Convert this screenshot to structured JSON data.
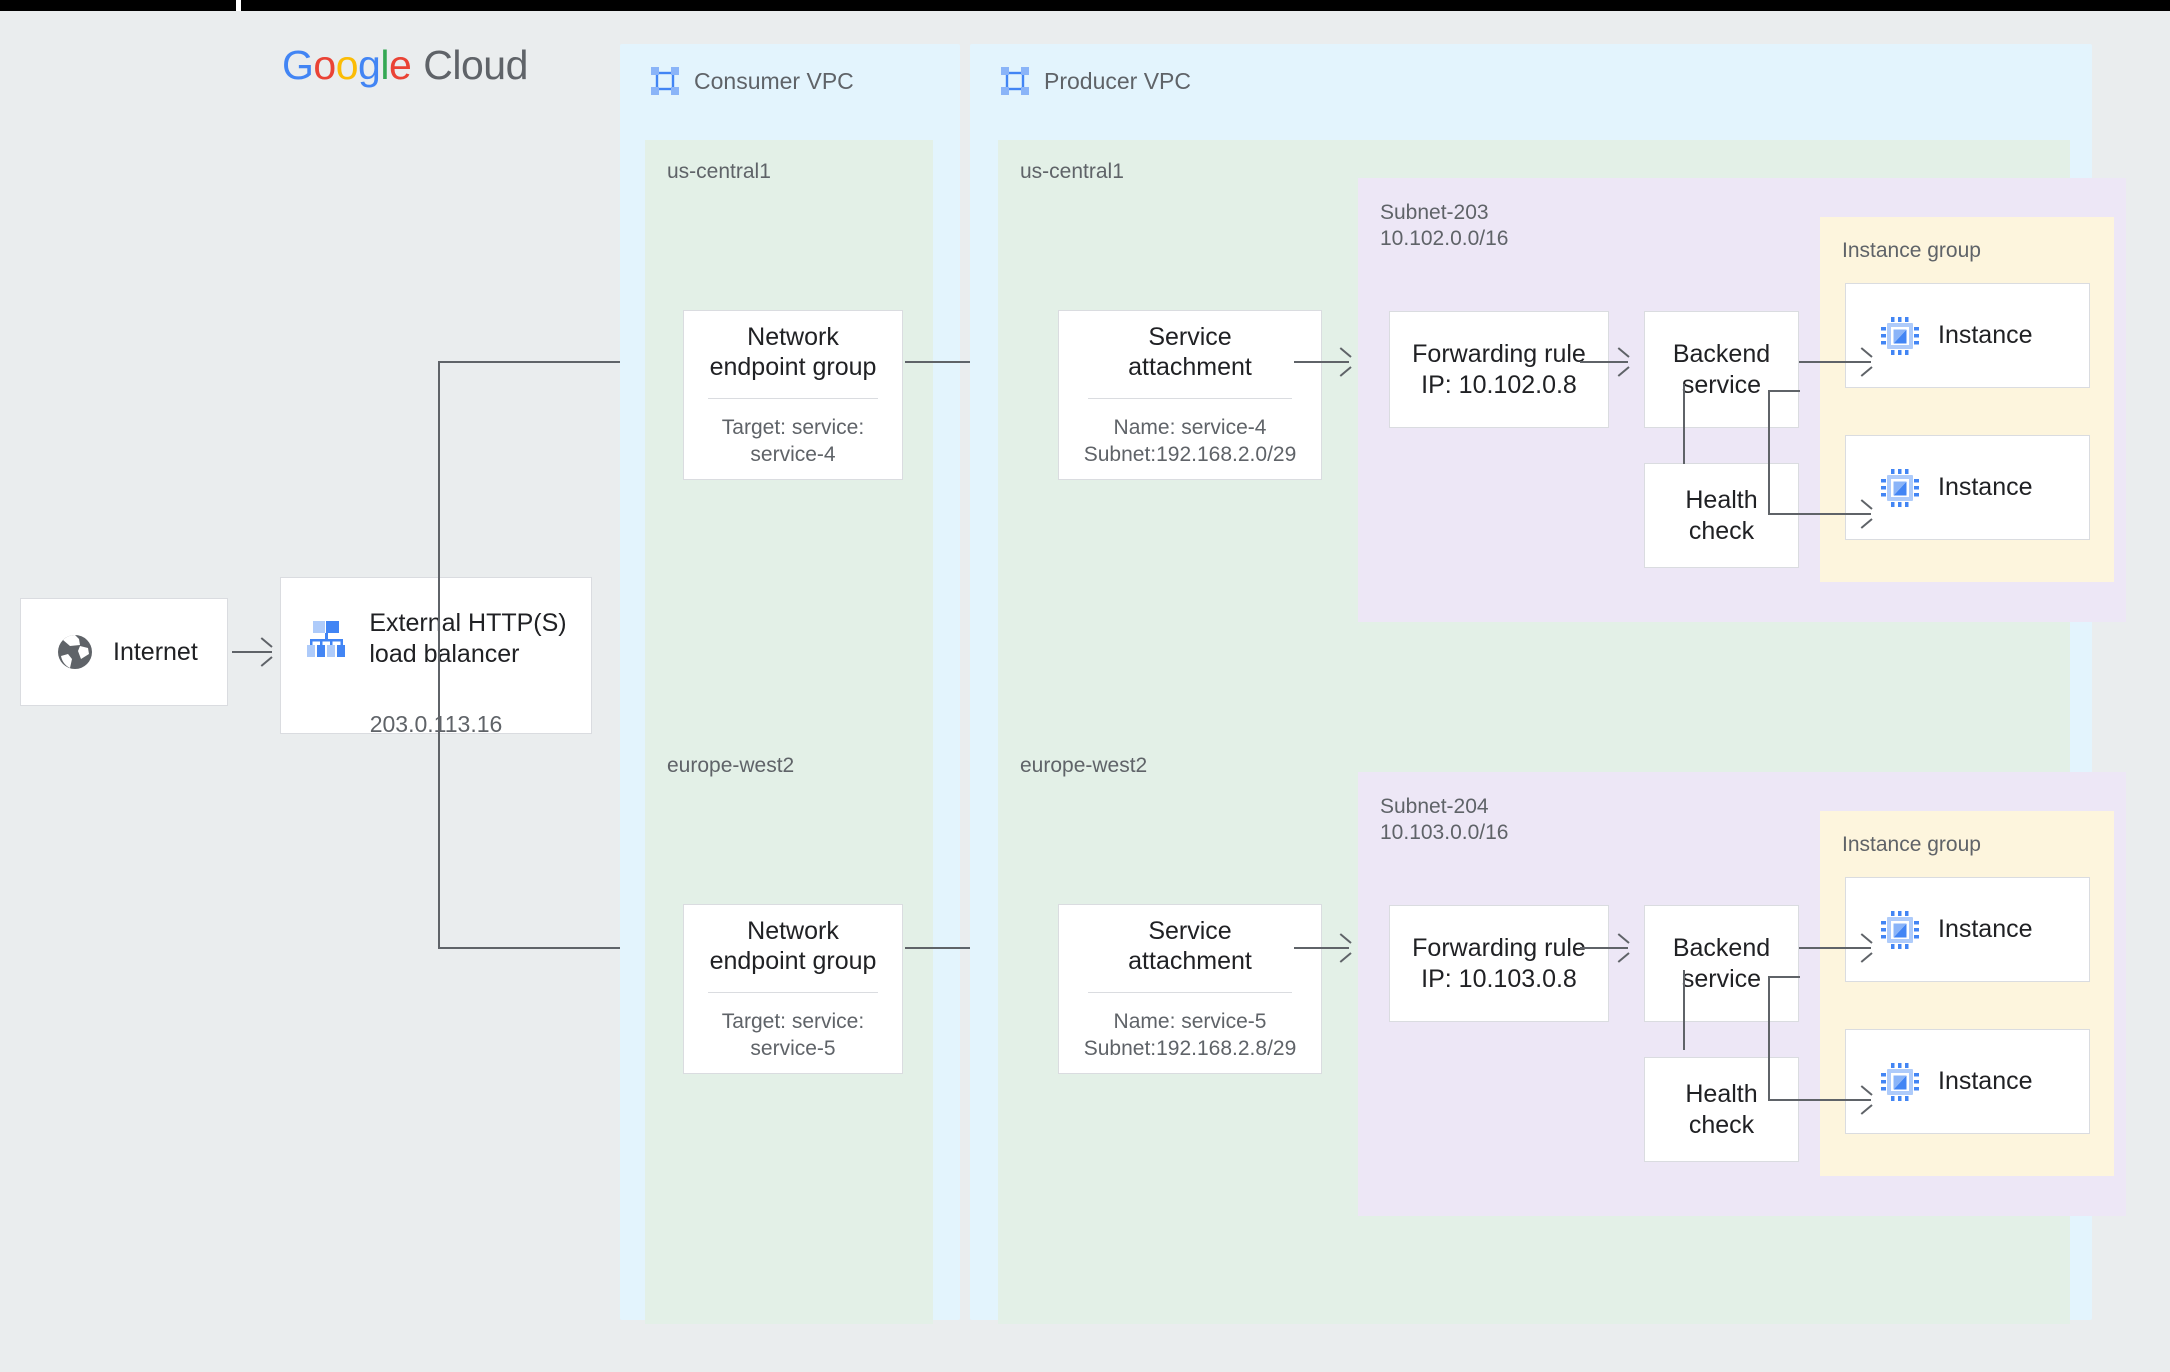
{
  "brand": {
    "logo_letters": [
      "G",
      "o",
      "o",
      "g",
      "l",
      "e"
    ],
    "logo_word": "Cloud",
    "colors": {
      "blue": "#4285f4",
      "red": "#ea4335",
      "yellow": "#fbbc05",
      "green": "#34a853",
      "gray": "#5f6368"
    }
  },
  "palette": {
    "page_background": "#eaedee",
    "vpc_background": "#e3f4fd",
    "region_background": "#e3f0e7",
    "subnet_background": "#ede7f6",
    "instance_group_background": "#fdf5dd",
    "node_background": "#ffffff",
    "node_border": "#dadce0",
    "connector": "#5f6368",
    "icon_blue": "#4285f4",
    "icon_blue_light": "#8ab4f8"
  },
  "internet": {
    "label": "Internet",
    "icon": "globe-icon"
  },
  "load_balancer": {
    "title": "External HTTP(S)\nload balancer",
    "ip": "203.0.113.16",
    "icon": "load-balancer-icon"
  },
  "consumer_vpc": {
    "title": "Consumer VPC",
    "icon": "vpc-icon",
    "regions": [
      {
        "name": "us-central1",
        "neg": {
          "title": "Network\nendpoint group",
          "sub": "Target: service:\nservice-4"
        }
      },
      {
        "name": "europe-west2",
        "neg": {
          "title": "Network\nendpoint group",
          "sub": "Target: service:\nservice-5"
        }
      }
    ]
  },
  "producer_vpc": {
    "title": "Producer VPC",
    "icon": "vpc-icon",
    "regions": [
      {
        "name": "us-central1",
        "service_attachment": {
          "title": "Service\nattachment",
          "sub": "Name: service-4\nSubnet:192.168.2.0/29"
        },
        "subnet": {
          "name": "Subnet-203",
          "cidr": "10.102.0.0/16",
          "forwarding_rule": "Forwarding rule\nIP: 10.102.0.8",
          "backend_service": "Backend\nservice",
          "health_check": "Health\ncheck"
        },
        "instance_group": {
          "label": "Instance group",
          "instances": [
            {
              "label": "Instance",
              "icon": "cpu-icon"
            },
            {
              "label": "Instance",
              "icon": "cpu-icon"
            }
          ]
        }
      },
      {
        "name": "europe-west2",
        "service_attachment": {
          "title": "Service\nattachment",
          "sub": "Name: service-5\nSubnet:192.168.2.8/29"
        },
        "subnet": {
          "name": "Subnet-204",
          "cidr": "10.103.0.0/16",
          "forwarding_rule": "Forwarding rule\nIP: 10.103.0.8",
          "backend_service": "Backend\nservice",
          "health_check": "Health\ncheck"
        },
        "instance_group": {
          "label": "Instance group",
          "instances": [
            {
              "label": "Instance",
              "icon": "cpu-icon"
            },
            {
              "label": "Instance",
              "icon": "cpu-icon"
            }
          ]
        }
      }
    ]
  }
}
